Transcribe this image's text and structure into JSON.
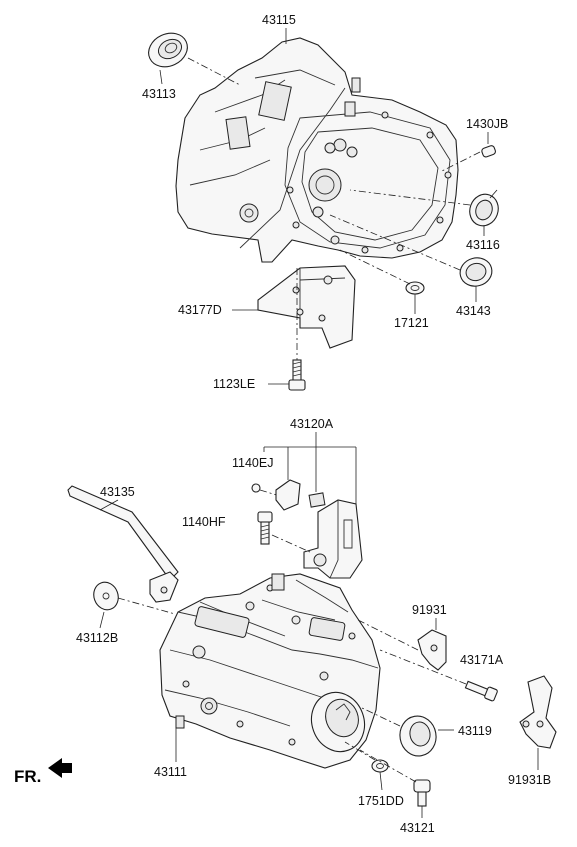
{
  "labels": {
    "p43115": "43115",
    "p43113": "43113",
    "p1430JB": "1430JB",
    "p43116": "43116",
    "p43143": "43143",
    "p17121": "17121",
    "p43177D": "43177D",
    "p1123LE": "1123LE",
    "p43120A": "43120A",
    "p1140EJ": "1140EJ",
    "p43135": "43135",
    "p1140HF": "1140HF",
    "p43112B": "43112B",
    "p91931": "91931",
    "p43171A": "43171A",
    "p43119": "43119",
    "p43111": "43111",
    "p91931B": "91931B",
    "p1751DD": "1751DD",
    "p43121": "43121"
  },
  "direction_marker": "FR."
}
